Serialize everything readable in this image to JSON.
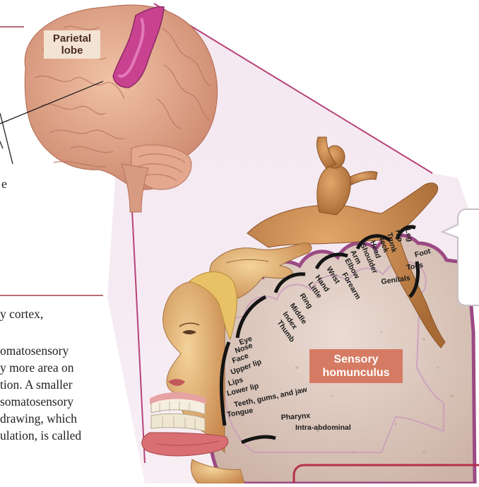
{
  "labels": {
    "parietal_lobe": [
      "Parietal",
      "lobe"
    ],
    "sensory_homunculus": [
      "Sensory",
      "homunculus"
    ],
    "fragment_e": "e"
  },
  "body_parts": [
    "Leg",
    "Hip",
    "Trunk",
    "Neck",
    "Head",
    "Shoulder",
    "Arm",
    "Elbow",
    "Forearm",
    "Wrist",
    "Hand",
    "Little",
    "Ring",
    "Middle",
    "Index",
    "Thumb",
    "Eye",
    "Nose",
    "Face",
    "Upper lip",
    "Lips",
    "Lower lip",
    "Teeth, gums, and jaw",
    "Tongue",
    "Pharynx",
    "Intra-abdominal",
    "Foot",
    "Toes",
    "Genitals"
  ],
  "text_lines": [
    "y cortex,",
    "omatosensory",
    "y more area on",
    "tion. A smaller",
    "somatosensory",
    "drawing, which",
    "ulation, is called"
  ],
  "colors": {
    "accent_rule": "#a23a4a",
    "lobe_magenta": "#c8428f",
    "homunculus_box": "#d67b63",
    "brain": "#e5a98c",
    "cortex_texture": "#ddc8bd"
  }
}
